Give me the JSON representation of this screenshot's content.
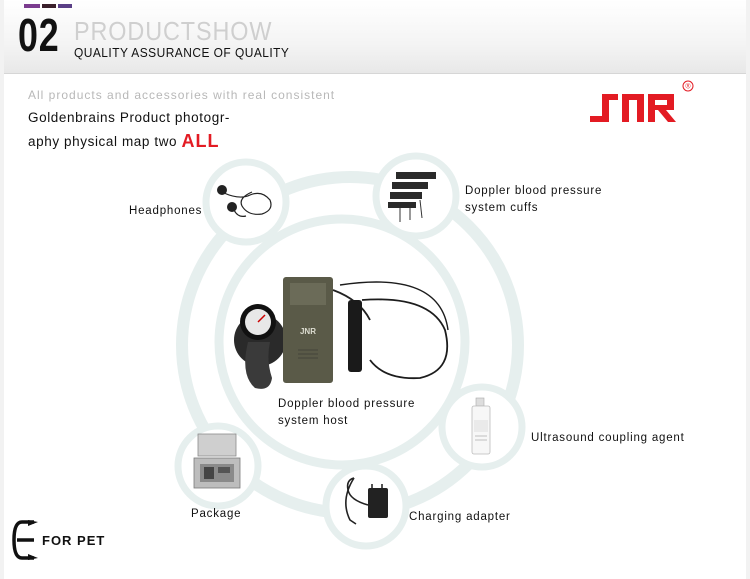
{
  "header": {
    "section_number": "02",
    "title": "PRODUCTSHOW",
    "subtitle": "QUALITY ASSURANCE OF QUALITY"
  },
  "intro": {
    "line1": "All products and accessories with real consistent",
    "line2": "Goldenbrains Product photogr-",
    "line3": "aphy physical map two",
    "line3_highlight": "ALL"
  },
  "brand": {
    "logo_text": "JNR",
    "registered_mark": "®",
    "accent_color": "#e31b23"
  },
  "products": {
    "center": {
      "line1": "Doppler blood pressure",
      "line2": "system host",
      "icon": "doppler-host-icon"
    },
    "headphones": {
      "label": "Headphones",
      "icon": "headphones-icon"
    },
    "cuffs": {
      "line1": "Doppler blood pressure",
      "line2": "system cuffs",
      "icon": "cuffs-icon"
    },
    "gel": {
      "label": "Ultrasound coupling agent",
      "icon": "gel-bottle-icon"
    },
    "adapter": {
      "label": "Charging adapter",
      "icon": "adapter-icon"
    },
    "package": {
      "label": "Package",
      "icon": "package-case-icon"
    }
  },
  "footer": {
    "label": "FOR PET",
    "icon": "forpet-logo-icon"
  }
}
